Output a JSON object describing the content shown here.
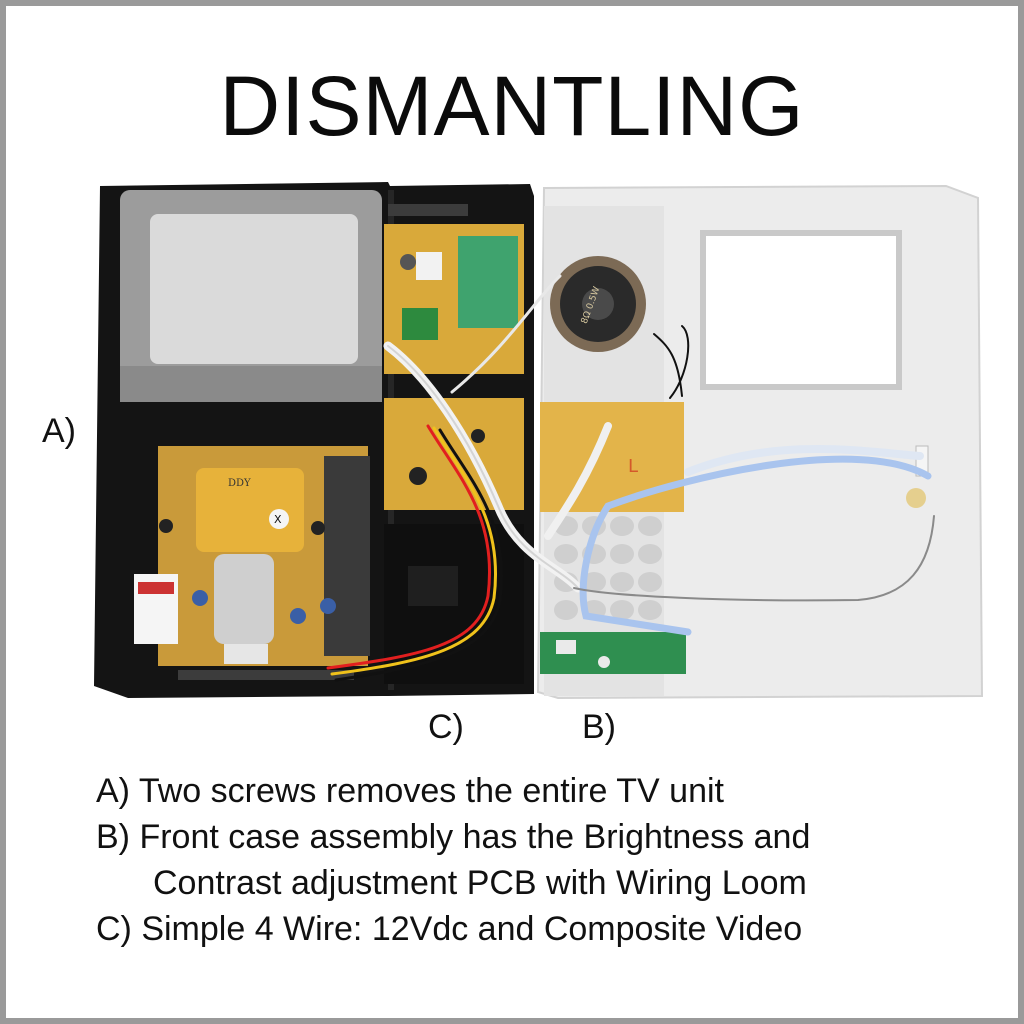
{
  "title": "DISMANTLING",
  "callouts": {
    "a": "A)",
    "b": "B)",
    "c": "C)"
  },
  "notes": [
    "A) Two screws removes the entire TV unit",
    "B) Front case assembly has the Brightness and",
    "Contrast adjustment PCB with Wiring Loom",
    "C) Simple 4 Wire: 12Vdc and Composite Video"
  ],
  "photo": {
    "description_icon": "disassembled-tv-photo",
    "speaker_label": "8Ω 0.5W",
    "yoke_label": "DDY",
    "board_letter": "L"
  },
  "colors": {
    "frame": "#9a9a9a",
    "background": "#ffffff",
    "text": "#111111",
    "pcb": "#d9a93a",
    "case": "#1a1a1a",
    "front_case": "#f0f0f0"
  }
}
